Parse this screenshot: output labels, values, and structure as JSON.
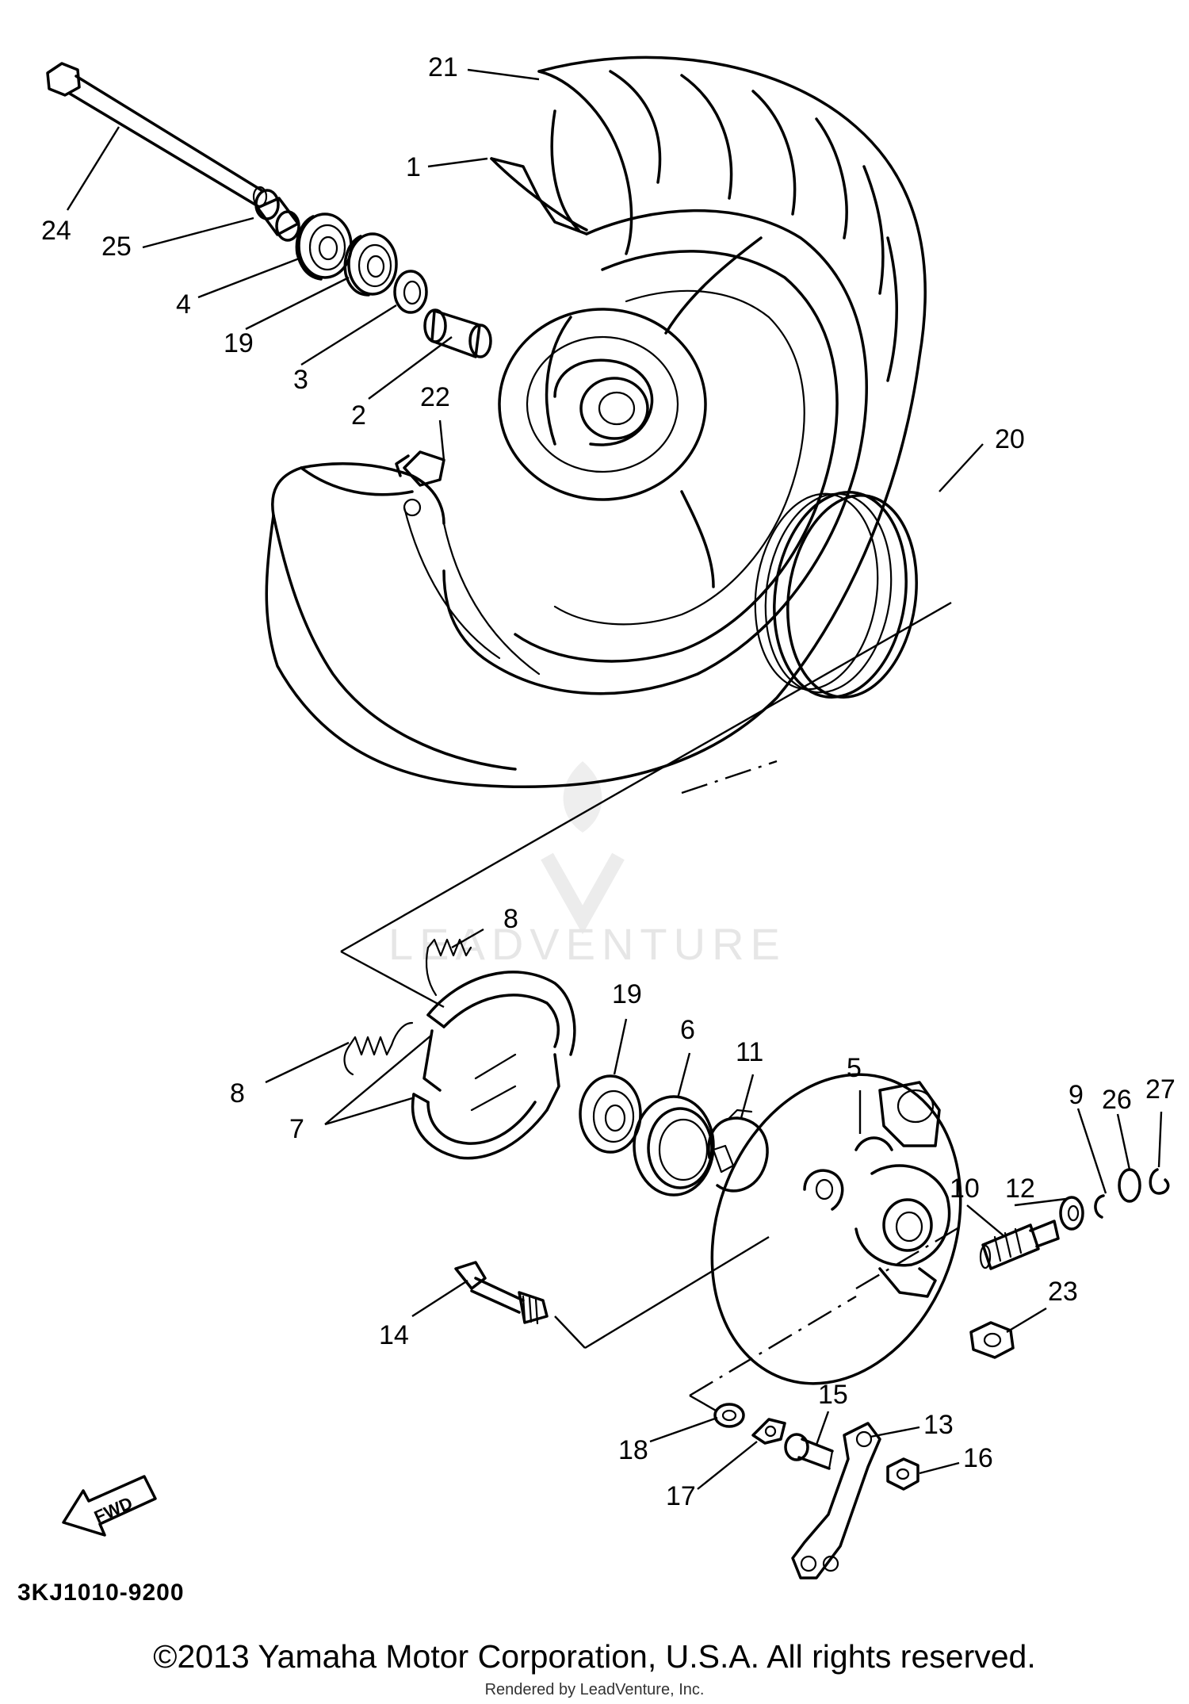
{
  "diagram_code": "3KJ1010-9200",
  "copyright": "©2013 Yamaha Motor Corporation, U.S.A. All rights reserved.",
  "rendered_by": "Rendered by LeadVenture, Inc.",
  "watermark": "LEADVENTURE",
  "fwd_label": "FWD",
  "part_labels": [
    "21",
    "1",
    "24",
    "25",
    "4",
    "19",
    "3",
    "2",
    "22",
    "20",
    "8",
    "8",
    "7",
    "19",
    "6",
    "11",
    "5",
    "9",
    "26",
    "27",
    "12",
    "10",
    "23",
    "14",
    "15",
    "13",
    "16",
    "18",
    "17"
  ]
}
